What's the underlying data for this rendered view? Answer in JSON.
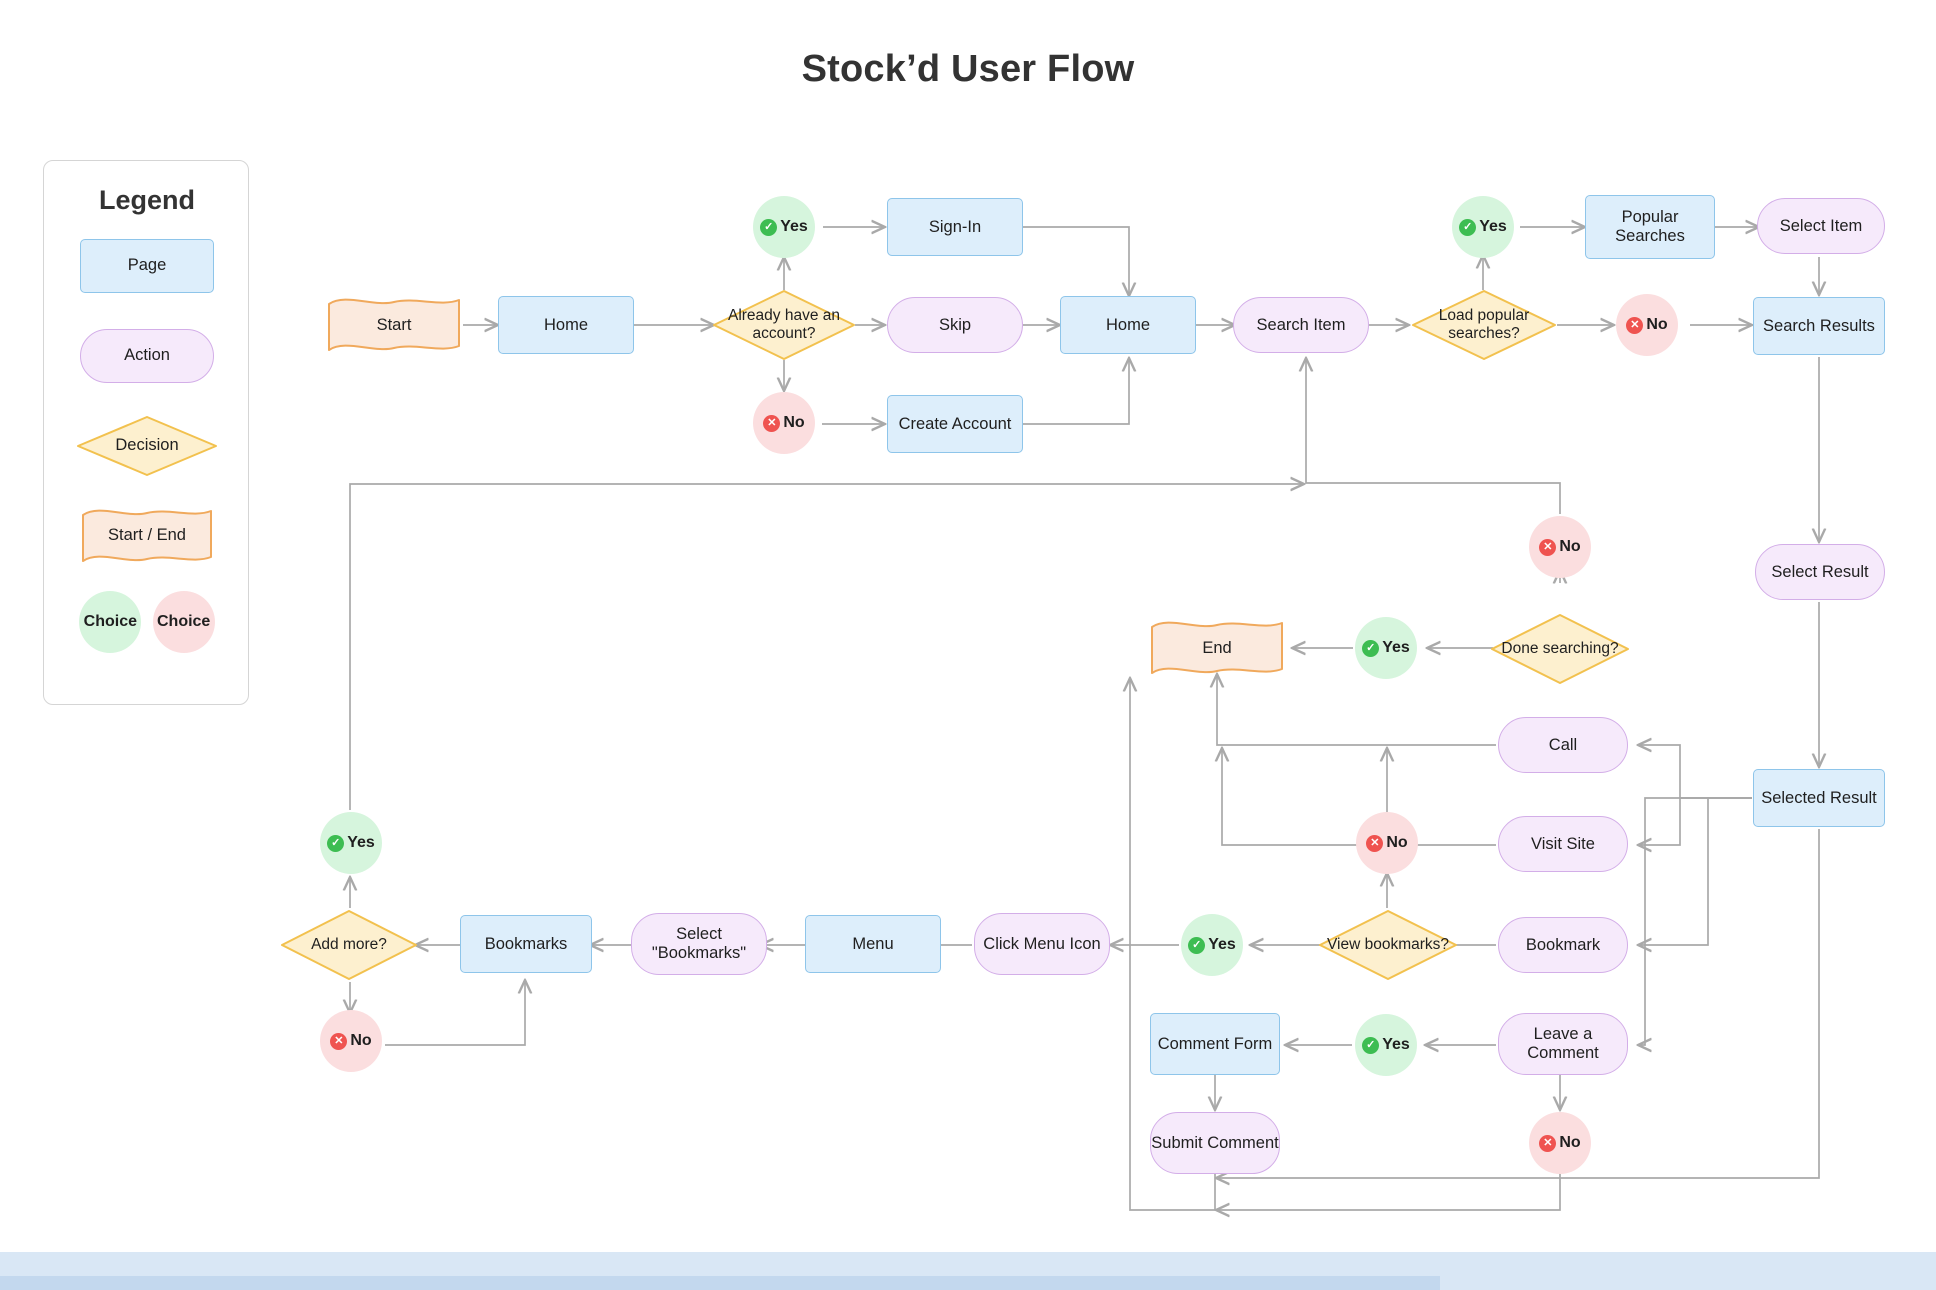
{
  "page": {
    "title": "Stock’d User Flow",
    "background": "#ffffff"
  },
  "colors": {
    "page_fill": "#ddeefb",
    "page_stroke": "#8ec5ea",
    "action_fill": "#f6eafb",
    "action_stroke": "#d3aee8",
    "decision_fill": "#fdf0cf",
    "decision_stroke": "#f2c14e",
    "terminal_fill": "#fbeade",
    "terminal_stroke": "#f0a95c",
    "yes_fill": "#d6f5dd",
    "yes_badge": "#3dbd52",
    "no_fill": "#fbdedf",
    "no_badge": "#ef5350",
    "edge": "#a9a9a9",
    "title_text": "#333333"
  },
  "legend": {
    "title": "Legend",
    "items": [
      {
        "label": "Page",
        "shape": "page"
      },
      {
        "label": "Action",
        "shape": "action"
      },
      {
        "label": "Decision",
        "shape": "decision"
      },
      {
        "label": "Start / End",
        "shape": "terminal"
      },
      {
        "label": "Choice",
        "shape": "choice-yes"
      },
      {
        "label": "Choice",
        "shape": "choice-no"
      }
    ]
  },
  "chart_data": {
    "type": "diagram",
    "title": "Stock’d User Flow",
    "nodes": [
      {
        "id": "start",
        "label": "Start",
        "shape": "terminal"
      },
      {
        "id": "home1",
        "label": "Home",
        "shape": "page"
      },
      {
        "id": "already-account",
        "label": "Already have an account?",
        "shape": "decision"
      },
      {
        "id": "acct-yes",
        "label": "Yes",
        "shape": "choice-yes"
      },
      {
        "id": "acct-no",
        "label": "No",
        "shape": "choice-no"
      },
      {
        "id": "sign-in",
        "label": "Sign-In",
        "shape": "page"
      },
      {
        "id": "skip",
        "label": "Skip",
        "shape": "action"
      },
      {
        "id": "create-account",
        "label": "Create Account",
        "shape": "page"
      },
      {
        "id": "home2",
        "label": "Home",
        "shape": "page"
      },
      {
        "id": "search-item",
        "label": "Search Item",
        "shape": "action"
      },
      {
        "id": "load-popular",
        "label": "Load popular searches?",
        "shape": "decision"
      },
      {
        "id": "popular-yes",
        "label": "Yes",
        "shape": "choice-yes"
      },
      {
        "id": "popular-no",
        "label": "No",
        "shape": "choice-no"
      },
      {
        "id": "popular-searches",
        "label": "Popular Searches",
        "shape": "page"
      },
      {
        "id": "select-item",
        "label": "Select Item",
        "shape": "action"
      },
      {
        "id": "search-results",
        "label": "Search Results",
        "shape": "page"
      },
      {
        "id": "select-result",
        "label": "Select Result",
        "shape": "action"
      },
      {
        "id": "selected-result",
        "label": "Selected Result",
        "shape": "page"
      },
      {
        "id": "done-searching",
        "label": "Done searching?",
        "shape": "decision"
      },
      {
        "id": "done-yes",
        "label": "Yes",
        "shape": "choice-yes"
      },
      {
        "id": "done-no",
        "label": "No",
        "shape": "choice-no"
      },
      {
        "id": "end",
        "label": "End",
        "shape": "terminal"
      },
      {
        "id": "call",
        "label": "Call",
        "shape": "action"
      },
      {
        "id": "visit-site",
        "label": "Visit Site",
        "shape": "action"
      },
      {
        "id": "bookmark",
        "label": "Bookmark",
        "shape": "action"
      },
      {
        "id": "view-bookmarks",
        "label": "View bookmarks?",
        "shape": "decision"
      },
      {
        "id": "view-yes",
        "label": "Yes",
        "shape": "choice-yes"
      },
      {
        "id": "view-no",
        "label": "No",
        "shape": "choice-no"
      },
      {
        "id": "click-menu-icon",
        "label": "Click Menu Icon",
        "shape": "action"
      },
      {
        "id": "menu",
        "label": "Menu",
        "shape": "page"
      },
      {
        "id": "select-bookmarks",
        "label": "Select \"Bookmarks\"",
        "shape": "action"
      },
      {
        "id": "bookmarks",
        "label": "Bookmarks",
        "shape": "page"
      },
      {
        "id": "add-more",
        "label": "Add more?",
        "shape": "decision"
      },
      {
        "id": "add-yes",
        "label": "Yes",
        "shape": "choice-yes"
      },
      {
        "id": "add-no",
        "label": "No",
        "shape": "choice-no"
      },
      {
        "id": "leave-comment",
        "label": "Leave a Comment",
        "shape": "action"
      },
      {
        "id": "comment-yes",
        "label": "Yes",
        "shape": "choice-yes"
      },
      {
        "id": "comment-no",
        "label": "No",
        "shape": "choice-no"
      },
      {
        "id": "comment-form",
        "label": "Comment Form",
        "shape": "page"
      },
      {
        "id": "submit-comment",
        "label": "Submit Comment",
        "shape": "action"
      }
    ],
    "edges": [
      {
        "from": "start",
        "to": "home1"
      },
      {
        "from": "home1",
        "to": "already-account"
      },
      {
        "from": "already-account",
        "to": "acct-yes"
      },
      {
        "from": "acct-yes",
        "to": "sign-in"
      },
      {
        "from": "already-account",
        "to": "skip"
      },
      {
        "from": "already-account",
        "to": "acct-no"
      },
      {
        "from": "acct-no",
        "to": "create-account"
      },
      {
        "from": "sign-in",
        "to": "home2"
      },
      {
        "from": "skip",
        "to": "home2"
      },
      {
        "from": "create-account",
        "to": "home2"
      },
      {
        "from": "home2",
        "to": "search-item"
      },
      {
        "from": "search-item",
        "to": "load-popular"
      },
      {
        "from": "load-popular",
        "to": "popular-yes"
      },
      {
        "from": "popular-yes",
        "to": "popular-searches"
      },
      {
        "from": "popular-searches",
        "to": "select-item"
      },
      {
        "from": "load-popular",
        "to": "popular-no"
      },
      {
        "from": "popular-no",
        "to": "search-results"
      },
      {
        "from": "select-item",
        "to": "search-results"
      },
      {
        "from": "search-results",
        "to": "select-result"
      },
      {
        "from": "select-result",
        "to": "selected-result"
      },
      {
        "from": "selected-result",
        "to": "call"
      },
      {
        "from": "selected-result",
        "to": "visit-site"
      },
      {
        "from": "selected-result",
        "to": "bookmark"
      },
      {
        "from": "selected-result",
        "to": "leave-comment"
      },
      {
        "from": "call",
        "to": "end"
      },
      {
        "from": "visit-site",
        "to": "end"
      },
      {
        "from": "bookmark",
        "to": "view-bookmarks"
      },
      {
        "from": "view-bookmarks",
        "to": "view-yes"
      },
      {
        "from": "view-yes",
        "to": "click-menu-icon"
      },
      {
        "from": "view-bookmarks",
        "to": "view-no"
      },
      {
        "from": "view-no",
        "to": "end"
      },
      {
        "from": "click-menu-icon",
        "to": "menu"
      },
      {
        "from": "menu",
        "to": "select-bookmarks"
      },
      {
        "from": "select-bookmarks",
        "to": "bookmarks"
      },
      {
        "from": "bookmarks",
        "to": "add-more"
      },
      {
        "from": "add-more",
        "to": "add-yes"
      },
      {
        "from": "add-yes",
        "to": "search-item"
      },
      {
        "from": "add-more",
        "to": "add-no"
      },
      {
        "from": "add-no",
        "to": "bookmarks"
      },
      {
        "from": "leave-comment",
        "to": "comment-yes"
      },
      {
        "from": "comment-yes",
        "to": "comment-form"
      },
      {
        "from": "comment-form",
        "to": "submit-comment"
      },
      {
        "from": "submit-comment",
        "to": "end"
      },
      {
        "from": "leave-comment",
        "to": "comment-no"
      },
      {
        "from": "comment-no",
        "to": "end"
      },
      {
        "from": "done-searching",
        "to": "done-yes"
      },
      {
        "from": "done-yes",
        "to": "end"
      },
      {
        "from": "done-searching",
        "to": "done-no"
      },
      {
        "from": "done-no",
        "to": "search-item"
      }
    ]
  }
}
